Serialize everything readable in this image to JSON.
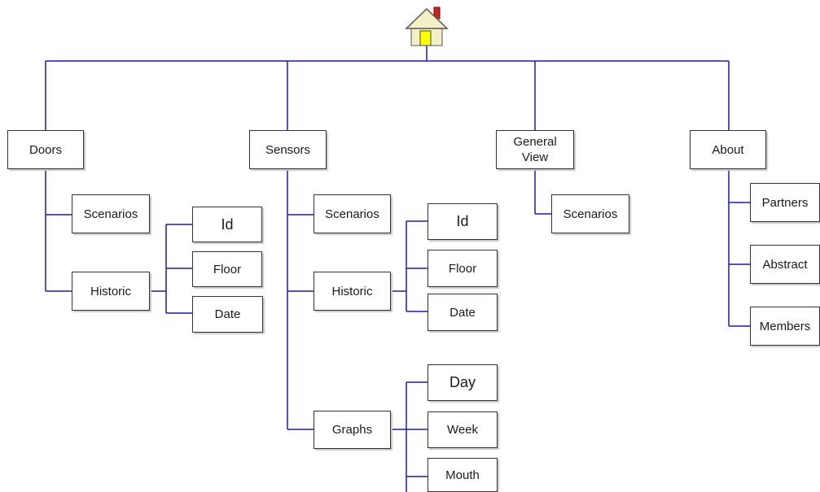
{
  "colors": {
    "connector": "#1b1baa",
    "node_border": "#333333"
  },
  "home": {
    "icon": "house-icon"
  },
  "root_nodes": {
    "doors": "Doors",
    "sensors": "Sensors",
    "general_view": "General\nView",
    "about": "About"
  },
  "doors": {
    "scenarios": "Scenarios",
    "historic": "Historic",
    "historic_children": {
      "id": "Id",
      "floor": "Floor",
      "date": "Date"
    }
  },
  "sensors": {
    "scenarios": "Scenarios",
    "historic": "Historic",
    "historic_children": {
      "id": "Id",
      "floor": "Floor",
      "date": "Date"
    },
    "graphs": "Graphs",
    "graphs_children": {
      "day": "Day",
      "week": "Week",
      "mouth": "Mouth"
    }
  },
  "general_view": {
    "scenarios": "Scenarios"
  },
  "about": {
    "partners": "Partners",
    "abstract": "Abstract",
    "members": "Members"
  }
}
